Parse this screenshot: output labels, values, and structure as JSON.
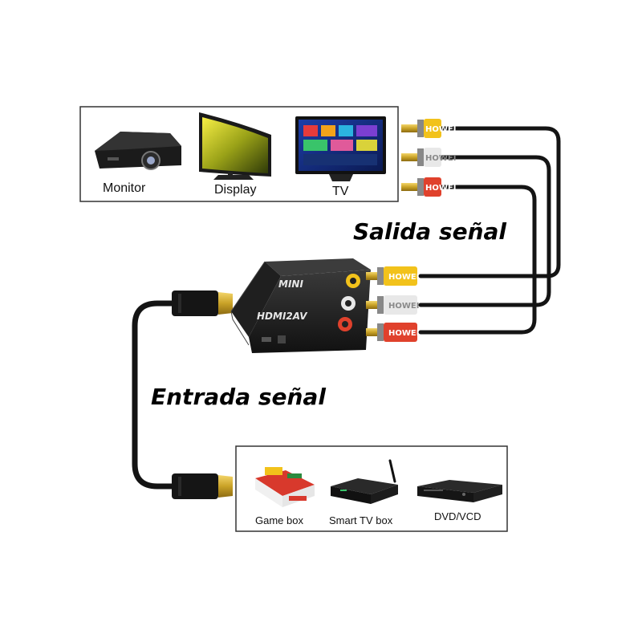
{
  "output_label": "Salida señal",
  "input_label": "Entrada señal",
  "output_devices": [
    {
      "label": "Monitor",
      "icon": "projector-icon"
    },
    {
      "label": "Display",
      "icon": "curved-monitor-icon"
    },
    {
      "label": "TV",
      "icon": "smart-tv-icon"
    }
  ],
  "input_devices": [
    {
      "label": "Game box",
      "icon": "game-box-icon"
    },
    {
      "label": "Smart TV box",
      "icon": "tv-box-icon"
    },
    {
      "label": "DVD/VCD",
      "icon": "dvd-player-icon"
    }
  ],
  "converter": {
    "model_top": "MINI",
    "model_main": "HDMI2AV"
  },
  "rca_brand": "HOWEI",
  "colors": {
    "rca_yellow": "#f2c21b",
    "rca_white": "#e8e8e8",
    "rca_red": "#e0412c",
    "cable": "#141414",
    "hdmi_tip": "#c9a227"
  }
}
